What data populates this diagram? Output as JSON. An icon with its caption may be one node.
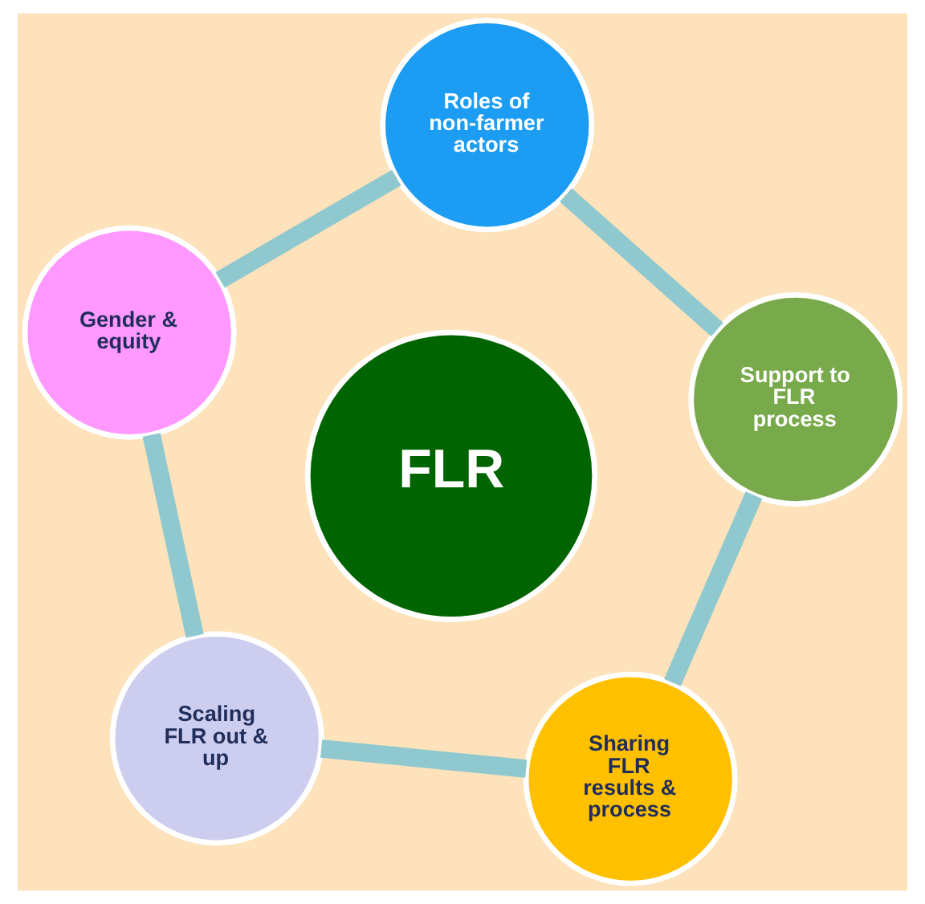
{
  "diagram": {
    "nodes": [
      {
        "text": [
          "Support to FLR process"
        ]
      },
      {
        "text": [
          "Roles of non-farmer actors"
        ]
      },
      {
        "text": [
          "Sharing FLR results & process"
        ]
      },
      {
        "text": [
          "FLR"
        ]
      },
      {
        "text": [
          "Gender & equity"
        ]
      },
      {
        "text": [
          "Scaling FLR out & up"
        ]
      }
    ],
    "edges": [
      {
        "from": 0,
        "to": 2,
        "arrow": "none"
      },
      {
        "from": 2,
        "to": 5,
        "arrow": "none"
      },
      {
        "from": 5,
        "to": 4,
        "arrow": "none"
      },
      {
        "from": 4,
        "to": 1,
        "arrow": "none"
      },
      {
        "from": 1,
        "to": 0,
        "arrow": "none"
      }
    ]
  }
}
